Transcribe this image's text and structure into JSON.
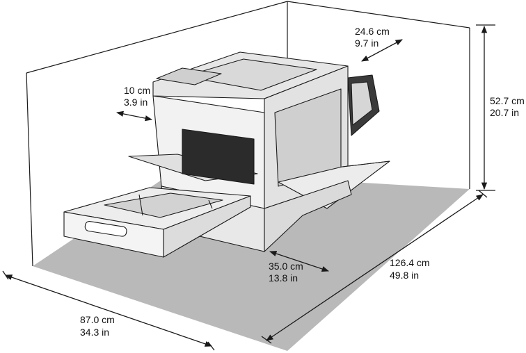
{
  "colors": {
    "floor": "#b9b9b9",
    "line": "#1a1a1a",
    "printer_body": "#f2f2f2",
    "printer_shadow": "#d4d4d4",
    "inner_dark": "#2b2b2b"
  },
  "dimensions": {
    "top_clearance": {
      "cm": "24.6 cm",
      "in": "9.7 in"
    },
    "left_clearance": {
      "cm": "10 cm",
      "in": "3.9 in"
    },
    "height": {
      "cm": "52.7 cm",
      "in": "20.7 in"
    },
    "front_clearance": {
      "cm": "35.0 cm",
      "in": "13.8 in"
    },
    "total_width": {
      "cm": "126.4 cm",
      "in": "49.8 in"
    },
    "total_depth": {
      "cm": "87.0 cm",
      "in": "34.3 in"
    }
  }
}
